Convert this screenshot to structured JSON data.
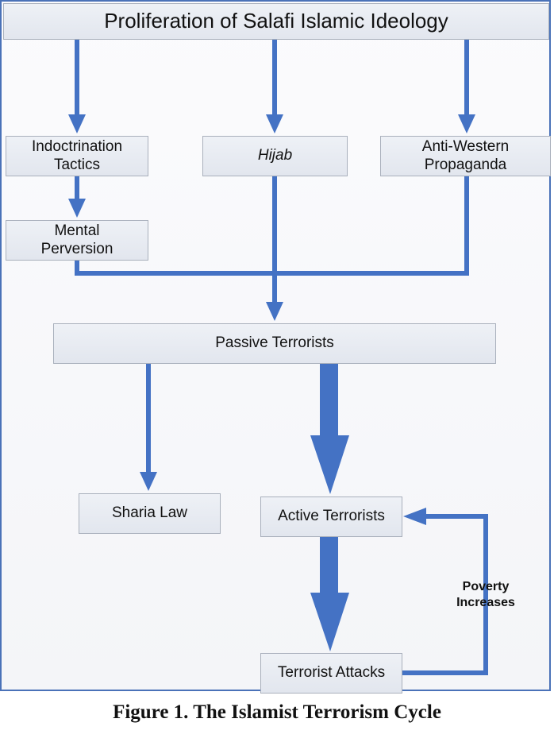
{
  "diagram": {
    "nodes": {
      "root": "Proliferation of Salafi Islamic Ideology",
      "indoctrination": "Indoctrination\nTactics",
      "hijab": "Hijab",
      "anti_western": "Anti-Western\nPropaganda",
      "mental": "Mental\nPerversion",
      "passive": "Passive Terrorists",
      "sharia": "Sharia Law",
      "active": "Active Terrorists",
      "attacks": "Terrorist Attacks"
    },
    "edge_labels": {
      "poverty": "Poverty\nIncreases"
    },
    "colors": {
      "arrow": "#4472c4",
      "frame": "#4a72b8",
      "box_fill": "#e6e9f0",
      "box_border": "#a9b0bc"
    }
  },
  "caption": "Figure 1. The Islamist Terrorism Cycle"
}
